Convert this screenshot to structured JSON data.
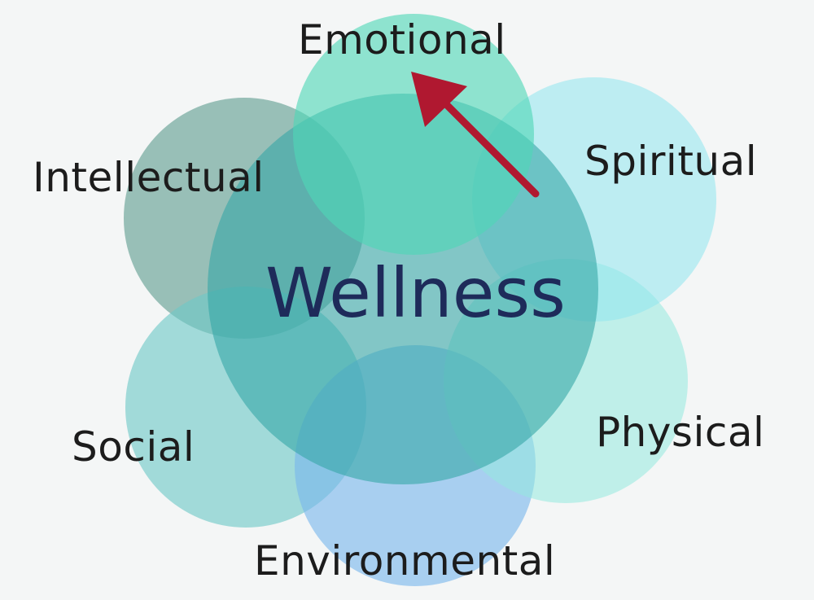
{
  "diagram": {
    "center_label": "Wellness",
    "dimensions": [
      {
        "id": "emotional",
        "label": "Emotional",
        "color": "#4fd7b6"
      },
      {
        "id": "spiritual",
        "label": "Spiritual",
        "color": "#8fe6ee"
      },
      {
        "id": "physical",
        "label": "Physical",
        "color": "#93eadf"
      },
      {
        "id": "environmental",
        "label": "Environmental",
        "color": "#79b7ec"
      },
      {
        "id": "social",
        "label": "Social",
        "color": "#6dc8c6"
      },
      {
        "id": "intellectual",
        "label": "Intellectual",
        "color": "#5f9c8f"
      }
    ],
    "center_color": "#36a7a6",
    "arrow_color": "#b01830"
  }
}
